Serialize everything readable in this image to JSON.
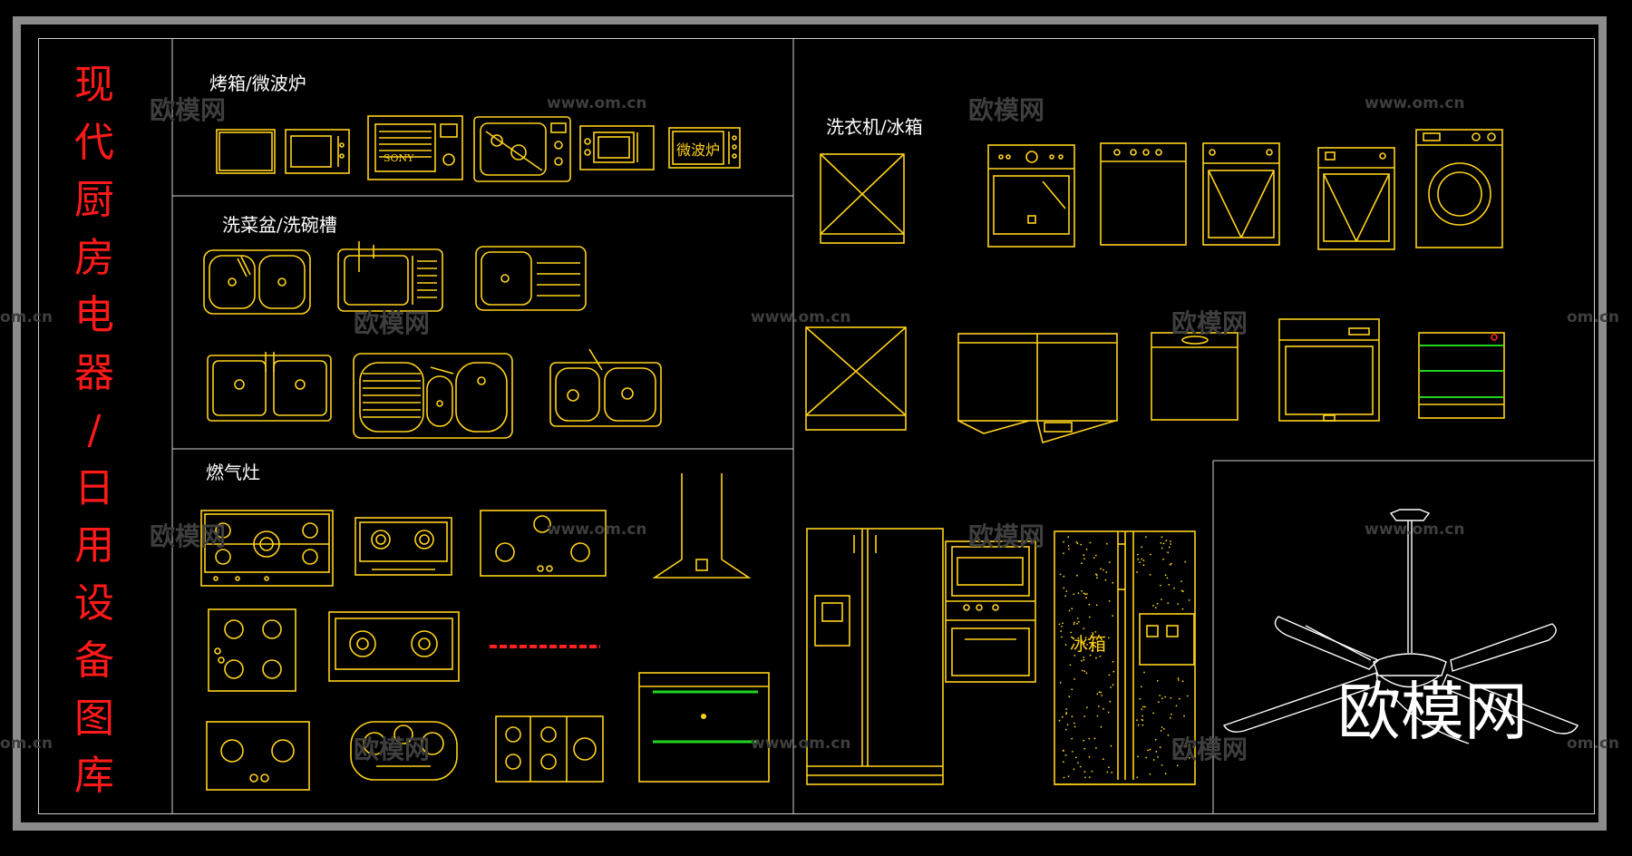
{
  "title_chars": [
    "现",
    "代",
    "厨",
    "房",
    "电",
    "器",
    "/",
    "日",
    "用",
    "设",
    "备",
    "图",
    "库"
  ],
  "sections": {
    "oven_microwave": "烤箱/微波炉",
    "washer_fridge": "洗衣机/冰箱",
    "sinks": "洗菜盆/洗碗槽",
    "gas_stove": "燃气灶"
  },
  "block_text": {
    "sony": "SONY",
    "microwave": "微波炉",
    "fridge": "冰箱"
  },
  "watermark": {
    "cn": "欧模网",
    "url": "www.om.cn",
    "url_short": "om.cn"
  },
  "brand": "欧模网",
  "colors": {
    "background": "#000000",
    "frame": "#8c8c8c",
    "line": "#ffd21a",
    "title": "#ff1a1a",
    "hood_red": "#ff2020",
    "green": "#1fd31f",
    "white_line": "#ffffff"
  }
}
